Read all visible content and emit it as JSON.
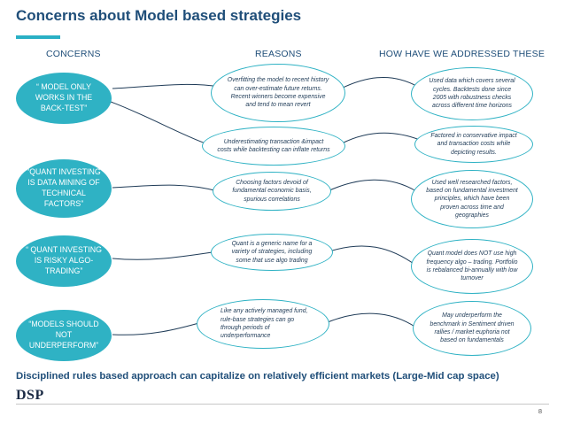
{
  "title": "Concerns about Model based strategies",
  "colors": {
    "accent": "#2fb2c4",
    "title": "#1f4e79"
  },
  "headers": {
    "concerns": "CONCERNS",
    "reasons": "REASONS",
    "addressed": "HOW HAVE WE ADDRESSED THESE"
  },
  "concerns": [
    "“ MODEL ONLY WORKS IN THE BACK-TEST”",
    "“QUANT INVESTING IS DATA MINING OF TECHNICAL FACTORS”",
    "“ QUANT INVESTING IS RISKY ALGO-TRADING”",
    "“MODELS SHOULD NOT UNDERPERFORM”"
  ],
  "reasons": [
    "Overfitting the model to recent history can over-estimate future returns. Recent winners become expensive and tend to mean revert",
    "Underestimating transaction &impact costs while backtesting can inflate returns",
    "Choosing factors devoid of fundamental economic basis, spurious correlations",
    "Quant is a generic name for a variety of strategies, including some that use algo trading",
    "Like any actively managed fund, rule-base strategies can go through periods of underperformance"
  ],
  "responses": [
    "Used data which covers several cycles. Backtests done since 2005 with robustness checks across different time horizons",
    "Factored in conservative impact and transaction costs while depicting results.",
    "Used well researched factors, based on fundamental investment principles, which have been proven across time and geographies",
    "Quant model does NOT use high frequency algo – trading. Portfolio is rebalanced bi-annually with low turnover",
    "May underperform the benchmark in Sentiment driven rallies / market euphoria not based on fundamentals"
  ],
  "footer_note": "Disciplined rules based approach can capitalize on relatively efficient markets (Large-Mid cap space)",
  "brand": "DSP",
  "page_number": "8"
}
